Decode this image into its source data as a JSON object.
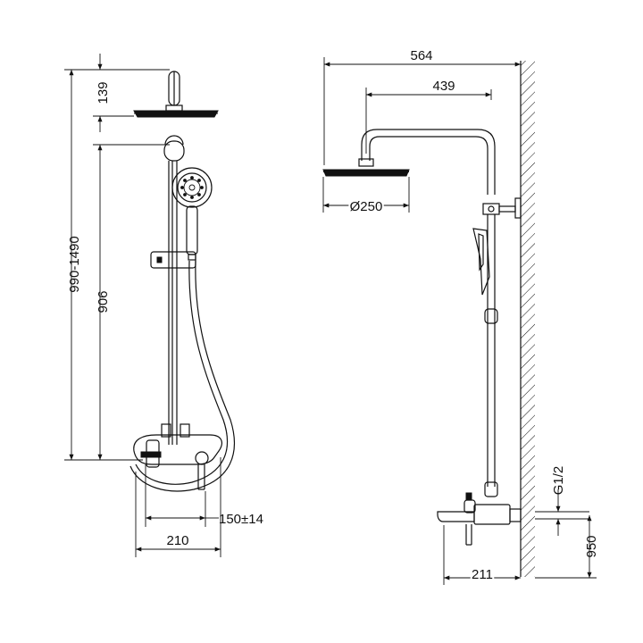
{
  "front_view": {
    "dimensions": {
      "total_height_range": "990-1490",
      "rail_height": "906",
      "top_head_offset": "139",
      "inlet_spacing": "150±14",
      "mixer_depth": "210"
    }
  },
  "side_view": {
    "dimensions": {
      "total_projection": "564",
      "arm_length": "439",
      "head_diameter": "Ø250",
      "inlet_thread": "G1/2",
      "mixer_height": "950",
      "spout_projection": "211"
    }
  },
  "colors": {
    "line": "#111111",
    "background": "#ffffff"
  }
}
